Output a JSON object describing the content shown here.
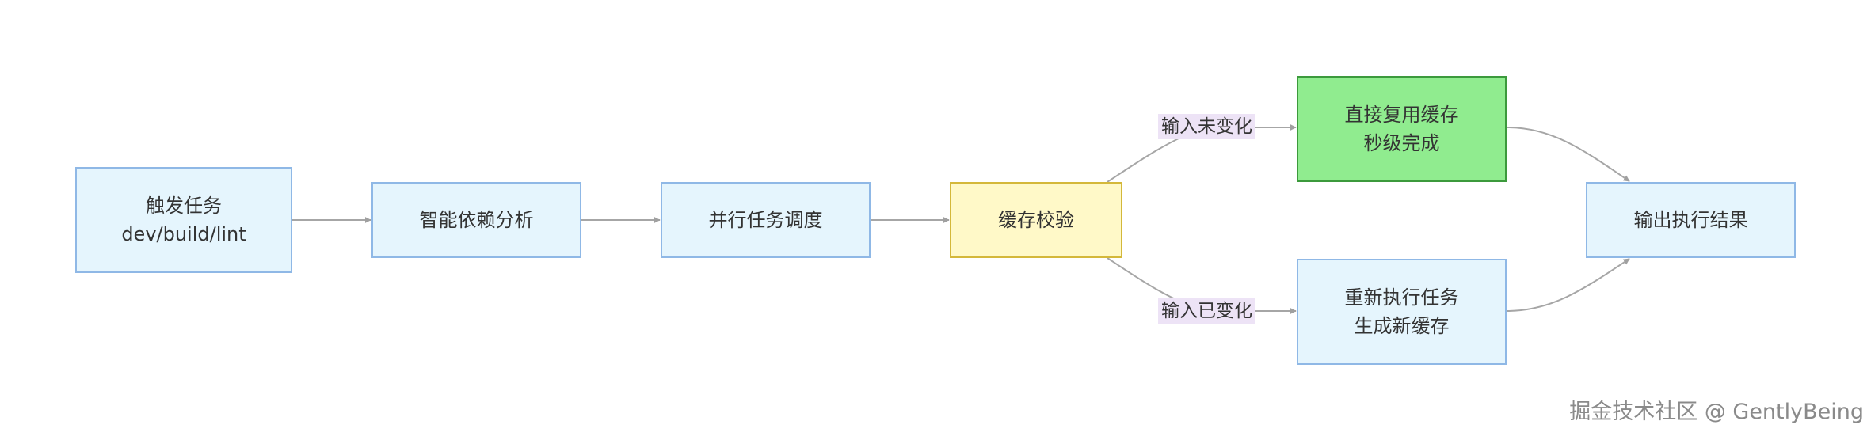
{
  "nodes": {
    "trigger": {
      "line1": "触发任务",
      "line2": "dev/build/lint"
    },
    "dependency": {
      "line1": "智能依赖分析"
    },
    "parallel": {
      "line1": "并行任务调度"
    },
    "cache_check": {
      "line1": "缓存校验"
    },
    "reuse": {
      "line1": "直接复用缓存",
      "line2": "秒级完成"
    },
    "rerun": {
      "line1": "重新执行任务",
      "line2": "生成新缓存"
    },
    "output": {
      "line1": "输出执行结果"
    }
  },
  "edge_labels": {
    "unchanged": "输入未变化",
    "changed": "输入已变化"
  },
  "watermark": "掘金技术社区 @ GentlyBeing",
  "colors": {
    "default_fill": "#e5f5fd",
    "default_border": "#8fb8e6",
    "check_fill": "#fff9c8",
    "check_border": "#d4b83a",
    "success_fill": "#90ec8f",
    "success_border": "#3c9a3c",
    "edge": "#a6a6a6",
    "label_bg": "#ede3f6"
  }
}
